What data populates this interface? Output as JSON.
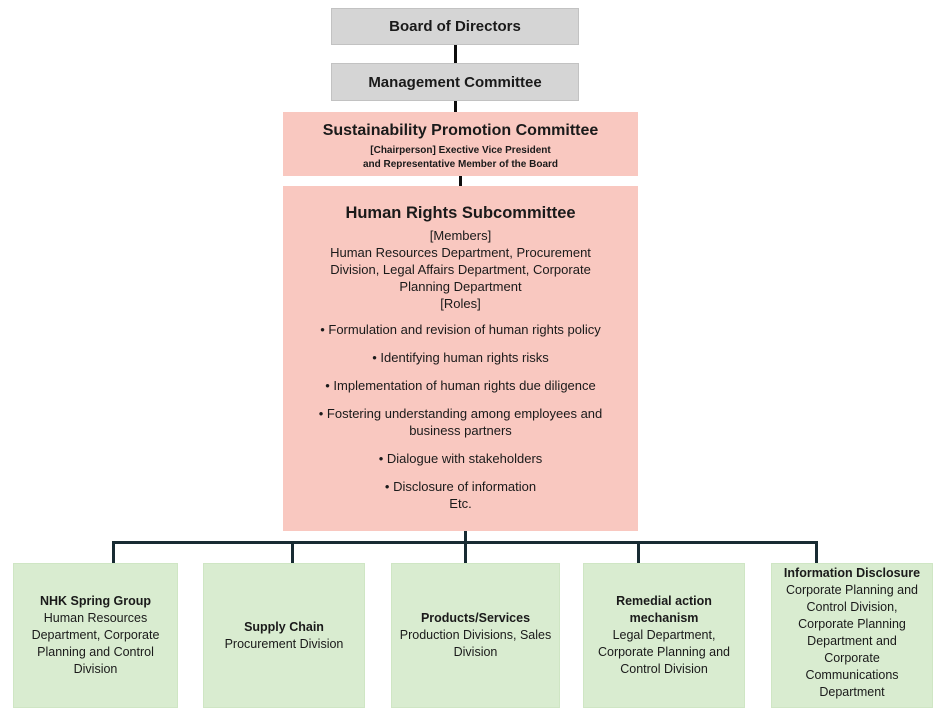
{
  "diagram": {
    "top_boxes": [
      {
        "label": "Board of Directors"
      },
      {
        "label": "Management Committee"
      }
    ],
    "committee": {
      "title": "Sustainability Promotion Committee",
      "subtitle_line1": "[Chairperson] Exective Vice President",
      "subtitle_line2": "and Representative Member of the Board"
    },
    "subcommittee": {
      "title": "Human Rights Subcommittee",
      "members_label": "[Members]",
      "members": "Human Resources Department, Procurement Division, Legal Affairs Department, Corporate Planning Department",
      "roles_label": "[Roles]",
      "bullet": "•",
      "roles": [
        "Formulation and revision of human rights policy",
        "Identifying human rights risks",
        "Implementation of human rights due diligence",
        "Fostering understanding among employees and business partners",
        "Dialogue with stakeholders",
        "Disclosure of information"
      ],
      "etc_label": "Etc."
    },
    "bottom_boxes": [
      {
        "title": "NHK Spring Group",
        "body": "Human Resources Department, Corporate Planning and Control Division"
      },
      {
        "title": "Supply Chain",
        "body": "Procurement Division"
      },
      {
        "title": "Products/Services",
        "body": "Production Divisions, Sales Division"
      },
      {
        "title": "Remedial action mechanism",
        "body": "Legal Department, Corporate Planning and Control Division"
      },
      {
        "title": "Information Disclosure",
        "body": "Corporate Planning and Control Division, Corporate Planning Department and Corporate Communications Department"
      }
    ],
    "colors": {
      "gray_fill": "#d5d5d5",
      "pink_fill": "#f9c8c0",
      "green_fill": "#d9ecd0",
      "connector_dark": "#182b33",
      "connector_black": "#0d0d0d"
    }
  }
}
